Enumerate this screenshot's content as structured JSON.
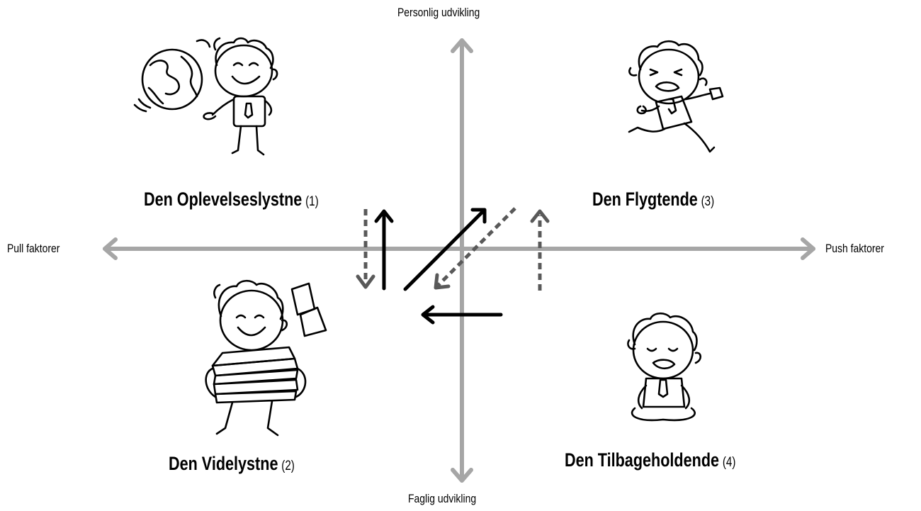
{
  "axes": {
    "top": "Personlig udvikling",
    "bottom": "Faglig udvikling",
    "left": "Pull faktorer",
    "right": "Push faktorer"
  },
  "quadrants": [
    {
      "name": "Den Oplevelseslystne",
      "number": "(1)",
      "icon": "boy-with-globe-illustration"
    },
    {
      "name": "Den Videlystne",
      "number": "(2)",
      "icon": "boy-with-books-illustration"
    },
    {
      "name": "Den Flygtende",
      "number": "(3)",
      "icon": "running-boy-illustration"
    },
    {
      "name": "Den Tilbageholdende",
      "number": "(4)",
      "icon": "sitting-boy-illustration"
    }
  ],
  "colors": {
    "axis": "#a6a6a6",
    "solid_arrow": "#000000",
    "dashed_arrow": "#595959"
  }
}
